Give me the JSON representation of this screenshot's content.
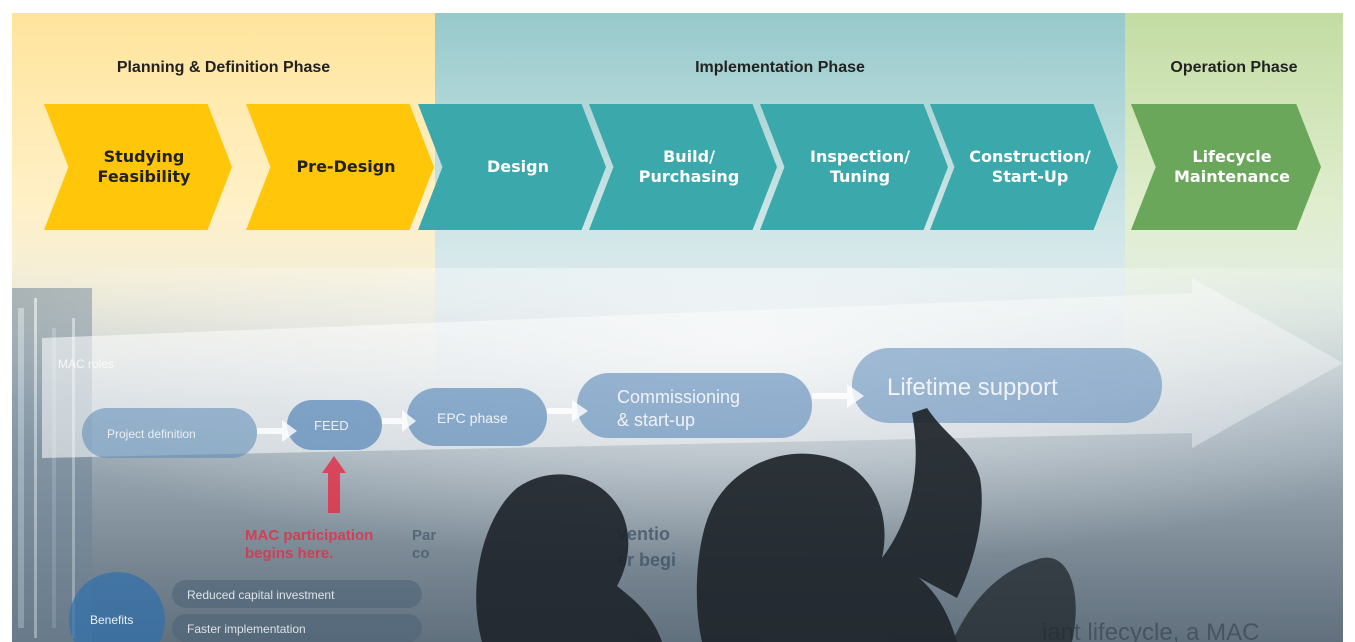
{
  "phases": [
    {
      "title": "Planning & Definition Phase",
      "color": "#ffe49c"
    },
    {
      "title": "Implementation Phase",
      "color": "#97c9cb"
    },
    {
      "title": "Operation Phase",
      "color": "#c3dca3"
    }
  ],
  "steps": [
    {
      "label": "Studying\nFeasibility",
      "phase": "planning"
    },
    {
      "label": "Pre-Design",
      "phase": "planning"
    },
    {
      "label": "Design",
      "phase": "implementation"
    },
    {
      "label": "Build/\nPurchasing",
      "phase": "implementation"
    },
    {
      "label": "Inspection/\nTuning",
      "phase": "implementation"
    },
    {
      "label": "Construction/\nStart-Up",
      "phase": "implementation"
    },
    {
      "label": "Lifecycle\nMaintenance",
      "phase": "operation"
    }
  ],
  "colors": {
    "planning": "#ffc60a",
    "implementation": "#3ba9ac",
    "operation": "#6aa75a"
  },
  "background_photo": {
    "mac_roles": "MAC roles",
    "pills": [
      "Project definition",
      "FEED",
      "EPC phase",
      "Commissioning\n& start-up",
      "Lifetime support"
    ],
    "participation": "MAC participation\nbegins here.",
    "partial_text_1": "Par",
    "partial_text_2": "co",
    "partial_text_3": "ventio",
    "partial_text_4": "er begi",
    "benefits": "Benefits",
    "benefit_items": [
      "Reduced capital investment",
      "Faster implementation"
    ],
    "bottom_text": "iant lifecycle, a MAC"
  }
}
